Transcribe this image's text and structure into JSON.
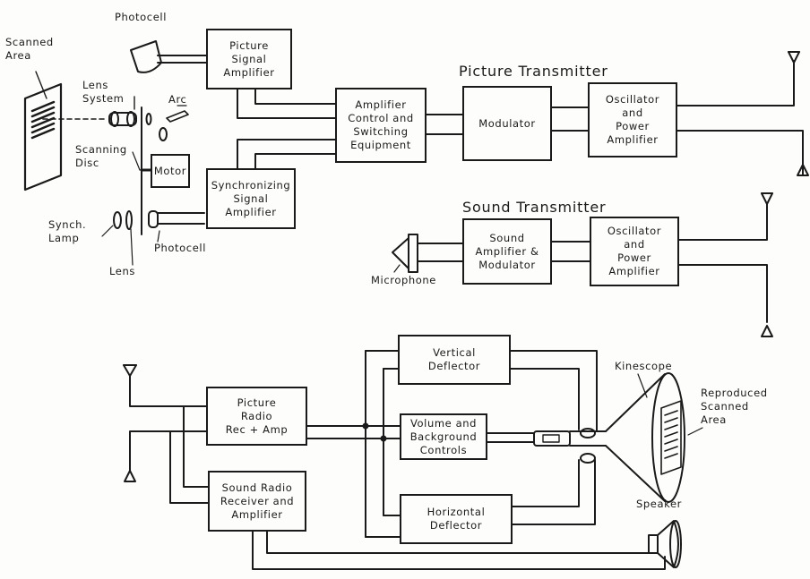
{
  "colors": {
    "ink": "#1a1a1a",
    "paper": "#fdfdfb"
  },
  "transmitter": {
    "labels": {
      "scanned_area": "Scanned\nArea",
      "photocell_top": "Photocell",
      "lens_system": "Lens\nSystem",
      "arc": "Arc",
      "scanning_disc": "Scanning\nDisc",
      "synch_lamp": "Synch.\nLamp",
      "lens": "Lens",
      "photocell_bottom": "Photocell",
      "microphone": "Microphone"
    },
    "boxes": {
      "picture_signal_amplifier": "Picture\nSignal\nAmplifier",
      "amplifier_control": "Amplifier\nControl and\nSwitching\nEquipment",
      "motor": "Motor",
      "synchronizing_amplifier": "Synchronizing\nSignal\nAmplifier",
      "modulator": "Modulator",
      "picture_oscillator": "Oscillator\nand\nPower\nAmplifier",
      "sound_amp_modulator": "Sound\nAmplifier &\nModulator",
      "sound_oscillator": "Oscillator\nand\nPower\nAmplifier"
    },
    "titles": {
      "picture_transmitter": "Picture Transmitter",
      "sound_transmitter": "Sound Transmitter"
    }
  },
  "receiver": {
    "boxes": {
      "picture_radio": "Picture\nRadio\nRec + Amp",
      "sound_radio": "Sound Radio\nReceiver and\nAmplifier",
      "vertical_deflector": "Vertical\nDeflector",
      "volume_controls": "Volume and\nBackground\nControls",
      "horizontal_deflector": "Horizontal\nDeflector"
    },
    "labels": {
      "kinescope": "Kinescope",
      "reproduced_area": "Reproduced\nScanned\nArea",
      "speaker": "Speaker"
    }
  },
  "icons": {
    "antenna": "antenna-icon",
    "photocell": "photocell-icon",
    "microphone": "microphone-icon",
    "speaker": "speaker-icon",
    "kinescope": "kinescope-icon",
    "lens": "lens-icon",
    "lamp": "lamp-icon"
  }
}
